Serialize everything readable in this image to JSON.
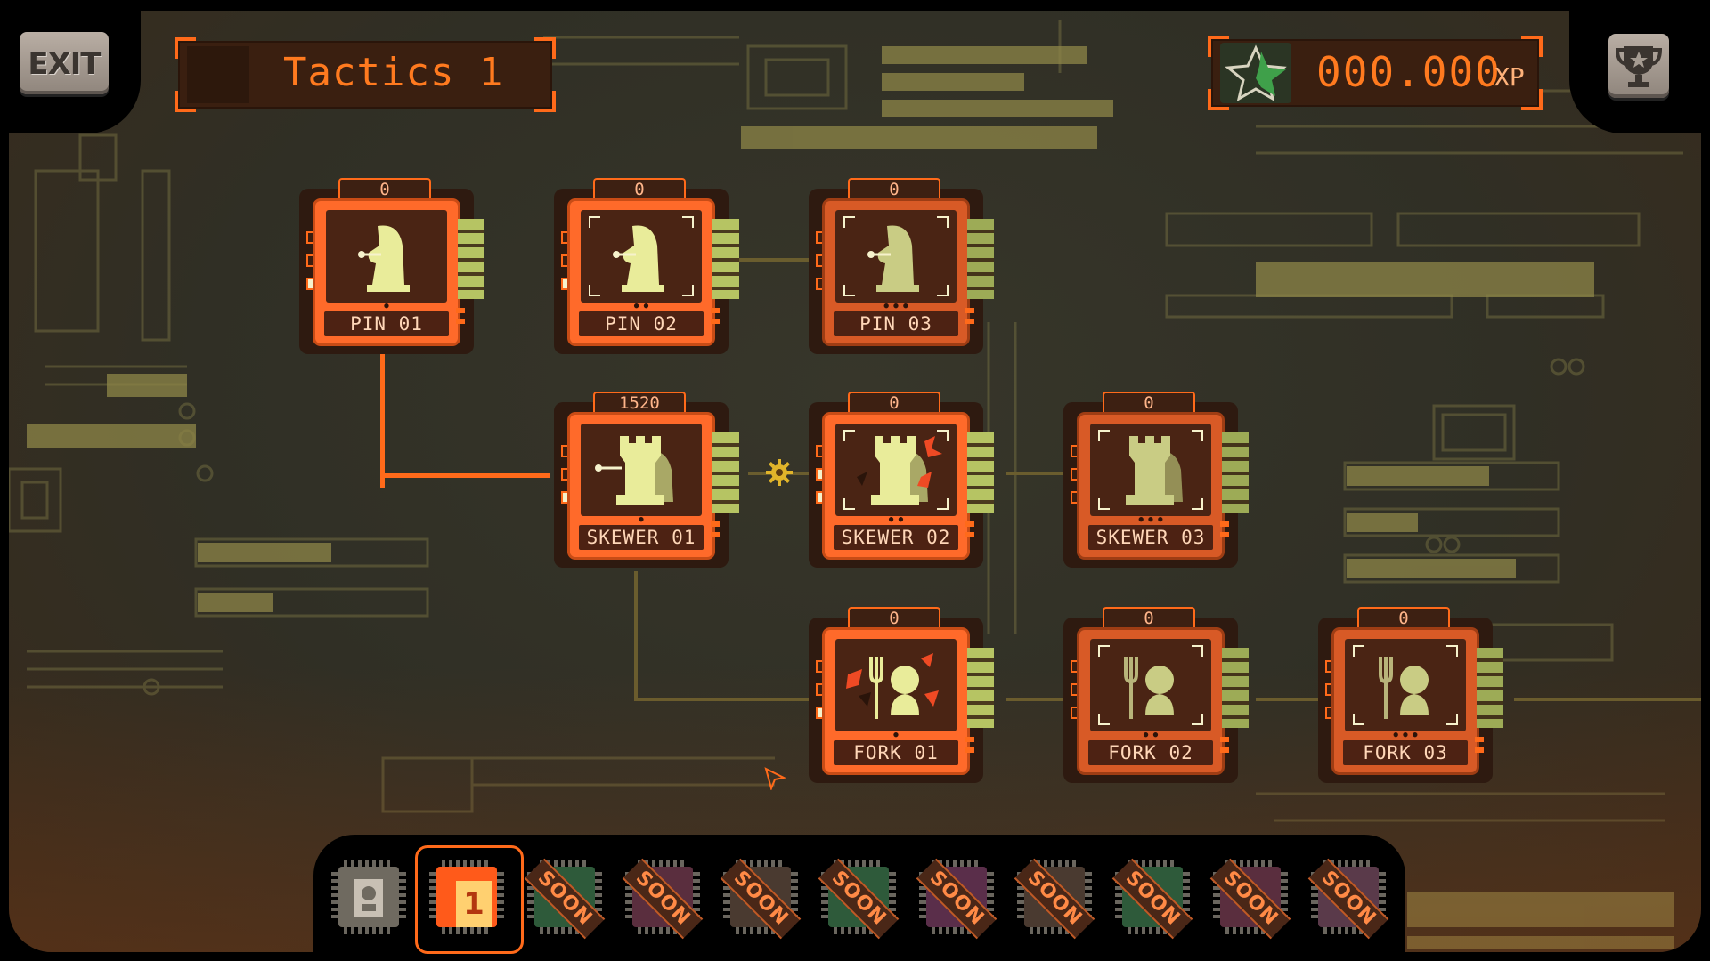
{
  "header": {
    "exit_label": "EXIT",
    "title": "Tactics 1",
    "xp_value": "000.000",
    "xp_unit": "XP",
    "star_icon": "star-icon",
    "trophy_icon": "trophy-icon"
  },
  "colors": {
    "accent": "#ff6a1a",
    "card": "#ff6a2a",
    "bar_green": "#b6c463",
    "background": "#33321f"
  },
  "levels": [
    {
      "label": "PIN 01",
      "score": "0",
      "icon": "knight-icon"
    },
    {
      "label": "PIN 02",
      "score": "0",
      "icon": "knight-icon"
    },
    {
      "label": "PIN 03",
      "score": "0",
      "icon": "knight-icon"
    },
    {
      "label": "SKEWER 01",
      "score": "1520",
      "icon": "rook-icon"
    },
    {
      "label": "SKEWER 02",
      "score": "0",
      "icon": "rook-icon"
    },
    {
      "label": "SKEWER 03",
      "score": "0",
      "icon": "rook-icon"
    },
    {
      "label": "FORK 01",
      "score": "0",
      "icon": "pawn-fork-icon"
    },
    {
      "label": "FORK 02",
      "score": "0",
      "icon": "pawn-fork-icon"
    },
    {
      "label": "FORK 03",
      "score": "0",
      "icon": "pawn-fork-icon"
    }
  ],
  "chapters": {
    "active_number": "1",
    "soon_label": "SOON",
    "items": [
      {
        "type": "locked",
        "icon": "locked-chapter-icon"
      },
      {
        "type": "active",
        "number": "1"
      },
      {
        "type": "soon",
        "label": "SOON"
      },
      {
        "type": "soon",
        "label": "SOON"
      },
      {
        "type": "soon",
        "label": "SOON"
      },
      {
        "type": "soon",
        "label": "SOON"
      },
      {
        "type": "soon",
        "label": "SOON"
      },
      {
        "type": "soon",
        "label": "SOON"
      },
      {
        "type": "soon",
        "label": "SOON"
      },
      {
        "type": "soon",
        "label": "SOON"
      },
      {
        "type": "soon",
        "label": "SOON"
      }
    ]
  }
}
